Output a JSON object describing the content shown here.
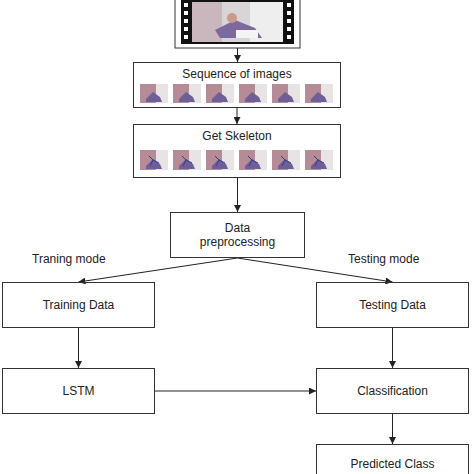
{
  "diagram": {
    "nodes": [
      {
        "text": [
          "Sequence of images"
        ]
      },
      {
        "text": [
          "Get Skeleton"
        ]
      },
      {
        "text": [
          "Data preprocessing"
        ]
      },
      {
        "text": [
          "Training Data"
        ]
      },
      {
        "text": [
          "Testing Data"
        ]
      },
      {
        "text": [
          "LSTM"
        ]
      },
      {
        "text": [
          "Classification"
        ]
      },
      {
        "text": [
          "Predicted Class"
        ]
      }
    ],
    "edges": [
      {
        "from": 0,
        "to": 1,
        "arrow": "to"
      },
      {
        "from": 1,
        "to": 2,
        "arrow": "to"
      },
      {
        "from": 2,
        "to": 3,
        "label": "Traning mode",
        "arrow": "to"
      },
      {
        "from": 2,
        "to": 4,
        "label": "Testing mode",
        "arrow": "to"
      },
      {
        "from": 3,
        "to": 5,
        "arrow": "to"
      },
      {
        "from": 4,
        "to": 6,
        "arrow": "to"
      },
      {
        "from": 5,
        "to": 6,
        "arrow": "to"
      },
      {
        "from": 6,
        "to": 7,
        "arrow": "to"
      }
    ]
  }
}
